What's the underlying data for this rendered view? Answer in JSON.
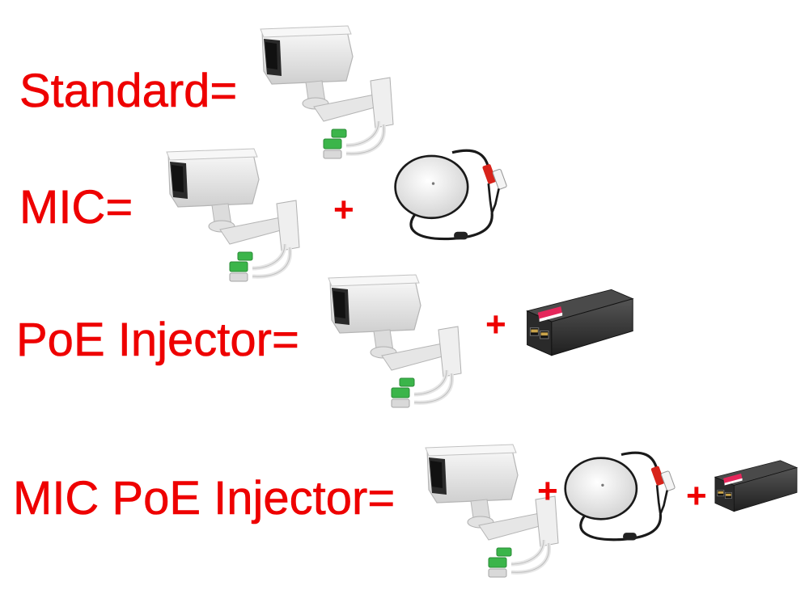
{
  "rows": [
    {
      "label": "Standard=",
      "plus_signs": []
    },
    {
      "label": "MIC=",
      "plus_signs": [
        "+"
      ]
    },
    {
      "label": "PoE Injector=",
      "plus_signs": [
        "+"
      ]
    },
    {
      "label": "MIC PoE Injector=",
      "plus_signs": [
        "+",
        "+"
      ]
    }
  ],
  "products": {
    "camera": "bullet-camera-icon",
    "microphone": "microphone-icon",
    "poe_injector": "poe-injector-icon"
  },
  "colors": {
    "label_red": "#ee0000",
    "camera_body": "#ececec",
    "camera_lens": "#1a1a1a",
    "cable_green": "#3bb54a",
    "mic_dome": "#f2f2f2",
    "rca_red": "#d8231a",
    "injector_body": "#3a3a3a",
    "injector_label": "#e5275b"
  }
}
